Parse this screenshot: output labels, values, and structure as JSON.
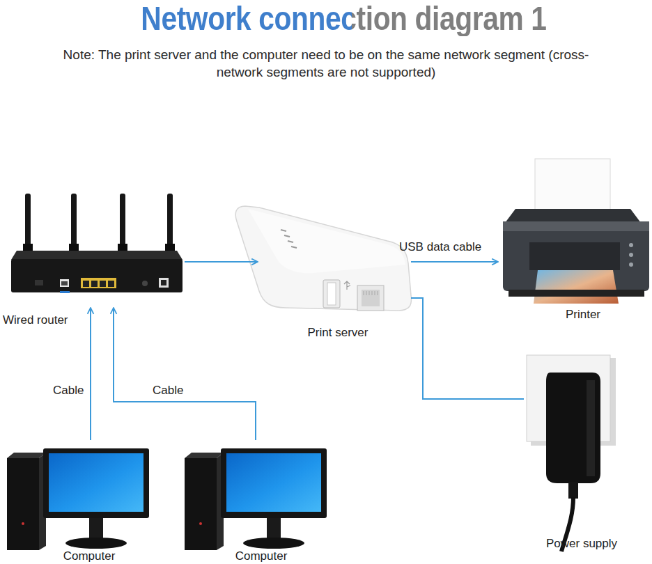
{
  "diagram": {
    "title": "Network connection diagram 1",
    "nodes": [
      {
        "text": [
          "Wired router"
        ]
      },
      {
        "text": [
          "Print server"
        ]
      },
      {
        "text": [
          "Printer"
        ]
      },
      {
        "text": [
          "Power supply"
        ]
      },
      {
        "text": [
          "Computer"
        ]
      },
      {
        "text": [
          "Computer"
        ]
      }
    ],
    "edges": [
      {
        "from": 0,
        "to": 1,
        "arrow": "to"
      },
      {
        "from": 1,
        "to": 2,
        "label": "USB data cable",
        "arrow": "to"
      },
      {
        "from": 1,
        "to": 3,
        "arrow": "none"
      },
      {
        "from": 4,
        "to": 0,
        "label": "Cable",
        "arrow": "to"
      },
      {
        "from": 5,
        "to": 0,
        "label": "Cable",
        "arrow": "to"
      }
    ],
    "labels": [
      "Note: The print server and the computer need to be on the same network segment (cross-network segments are not supported)"
    ]
  }
}
